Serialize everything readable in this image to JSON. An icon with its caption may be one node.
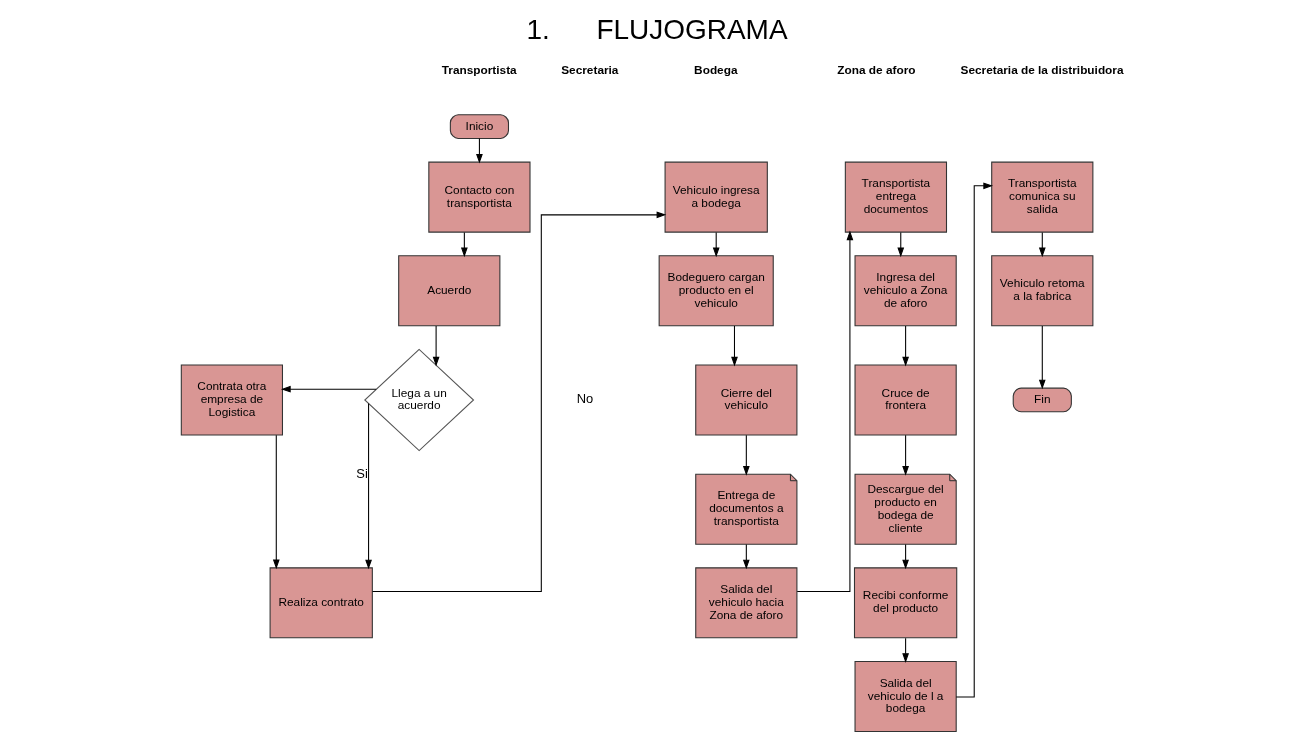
{
  "diagram": {
    "title": "1.      FLUJOGRAMA",
    "nodes": [
      {
        "text": [
          "Inicio"
        ]
      },
      {
        "text": [
          "Contacto con transportista"
        ]
      },
      {
        "text": [
          "Acuerdo"
        ]
      },
      {
        "text": [
          "Llega a un acuerdo"
        ]
      },
      {
        "text": [
          "Contrata otra empresa de Logistica"
        ]
      },
      {
        "text": [
          "Realiza contrato"
        ]
      },
      {
        "text": [
          "Vehiculo ingresa a bodega"
        ]
      },
      {
        "text": [
          "Bodeguero cargan producto en el vehiculo"
        ]
      },
      {
        "text": [
          "Cierre del vehiculo"
        ]
      },
      {
        "text": [
          "Entrega de documentos a transportista"
        ]
      },
      {
        "text": [
          "Salida del vehiculo hacia Zona de aforo"
        ]
      },
      {
        "text": [
          "Transportista entrega documentos"
        ]
      },
      {
        "text": [
          "Ingresa del vehiculo a Zona de aforo"
        ]
      },
      {
        "text": [
          "Cruce de frontera"
        ]
      },
      {
        "text": [
          "Descargue del producto en bodega de cliente"
        ]
      },
      {
        "text": [
          "Recibi conforme del producto"
        ]
      },
      {
        "text": [
          "Salida del vehiculo de l a bodega"
        ]
      },
      {
        "text": [
          "Transportista comunica su salida"
        ]
      },
      {
        "text": [
          "Vehiculo retoma a la fabrica"
        ]
      },
      {
        "text": [
          "Fin"
        ]
      }
    ],
    "edges": [
      {
        "from": 0,
        "to": 1,
        "arrow": "to"
      },
      {
        "from": 1,
        "to": 2,
        "arrow": "to"
      },
      {
        "from": 2,
        "to": 3,
        "arrow": "to"
      },
      {
        "from": 3,
        "to": 4,
        "arrow": "to"
      },
      {
        "from": 3,
        "to": 5,
        "arrow": "to",
        "label": "Si"
      },
      {
        "from": 4,
        "to": 5,
        "arrow": "to"
      },
      {
        "from": 5,
        "to": 6,
        "arrow": "to"
      },
      {
        "from": 6,
        "to": 7,
        "arrow": "to"
      },
      {
        "from": 7,
        "to": 8,
        "arrow": "to"
      },
      {
        "from": 8,
        "to": 9,
        "arrow": "to"
      },
      {
        "from": 9,
        "to": 10,
        "arrow": "to"
      },
      {
        "from": 10,
        "to": 11,
        "arrow": "to"
      },
      {
        "from": 11,
        "to": 12,
        "arrow": "to"
      },
      {
        "from": 12,
        "to": 13,
        "arrow": "to"
      },
      {
        "from": 13,
        "to": 14,
        "arrow": "to"
      },
      {
        "from": 14,
        "to": 15,
        "arrow": "to"
      },
      {
        "from": 15,
        "to": 16,
        "arrow": "to"
      },
      {
        "from": 16,
        "to": 17,
        "arrow": "to"
      },
      {
        "from": 17,
        "to": 18,
        "arrow": "to"
      },
      {
        "from": 18,
        "to": 19,
        "arrow": "to"
      }
    ],
    "labels": [
      "Transportista",
      "Secretaria",
      "Bodega",
      "Zona de aforo",
      "Secretaria de la distribuidora",
      "No"
    ]
  }
}
